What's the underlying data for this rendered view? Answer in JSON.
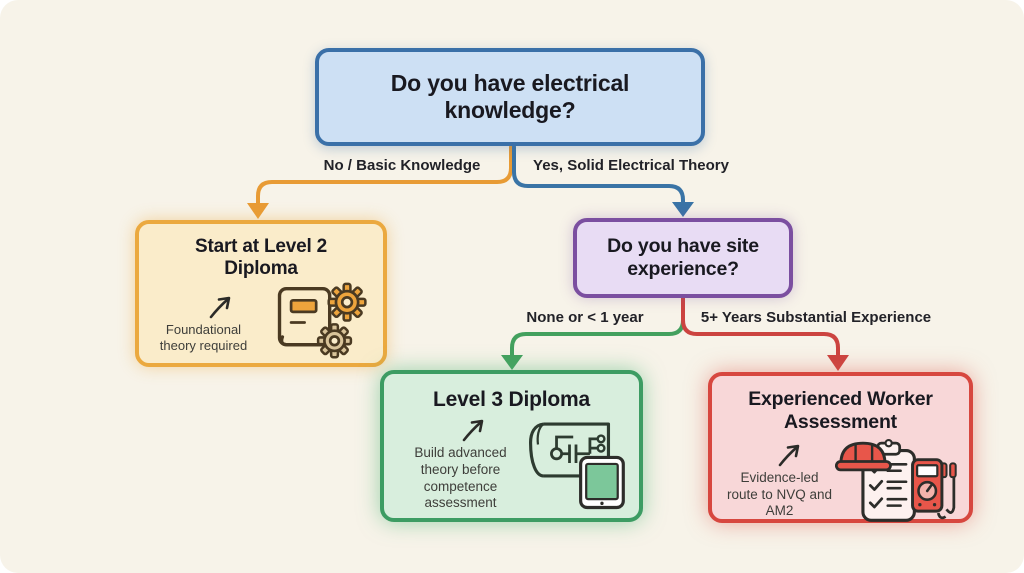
{
  "nodes": {
    "root": {
      "title": "Do you have electrical knowledge?"
    },
    "level2": {
      "title": "Start at Level 2 Diploma",
      "note": "Foundational theory required",
      "icon": "book-gears-icon"
    },
    "site": {
      "title": "Do you have site experience?"
    },
    "level3": {
      "title": "Level 3 Diploma",
      "note": "Build advanced theory before competence assessment",
      "icon": "blueprint-tablet-icon"
    },
    "ewa": {
      "title": "Experienced Worker Assessment",
      "note": "Evidence-led route to NVQ and AM2",
      "icon": "hardhat-clipboard-multimeter-icon"
    }
  },
  "edges": {
    "no": {
      "label": "No / Basic Knowledge",
      "color": "#e89b35",
      "from": "root",
      "to": "level2"
    },
    "yes": {
      "label": "Yes, Solid Electrical Theory",
      "color": "#3a74a6",
      "from": "root",
      "to": "site"
    },
    "none": {
      "label": "None or < 1 year",
      "color": "#43a05e",
      "from": "site",
      "to": "level3"
    },
    "experienced": {
      "label": "5+ Years Substantial Experience",
      "color": "#cc4440",
      "from": "site",
      "to": "ewa"
    }
  },
  "colors": {
    "background": "#f7f3e9",
    "root_fill": "#cde0f4",
    "root_border": "#3a70a8",
    "level2_fill": "#faecca",
    "level2_border": "#eba93f",
    "site_fill": "#e8dcf4",
    "site_border": "#7b4fa0",
    "level3_fill": "#d8eedd",
    "level3_border": "#3d9c63",
    "ewa_fill": "#f8d7d8",
    "ewa_border": "#d7473f"
  }
}
